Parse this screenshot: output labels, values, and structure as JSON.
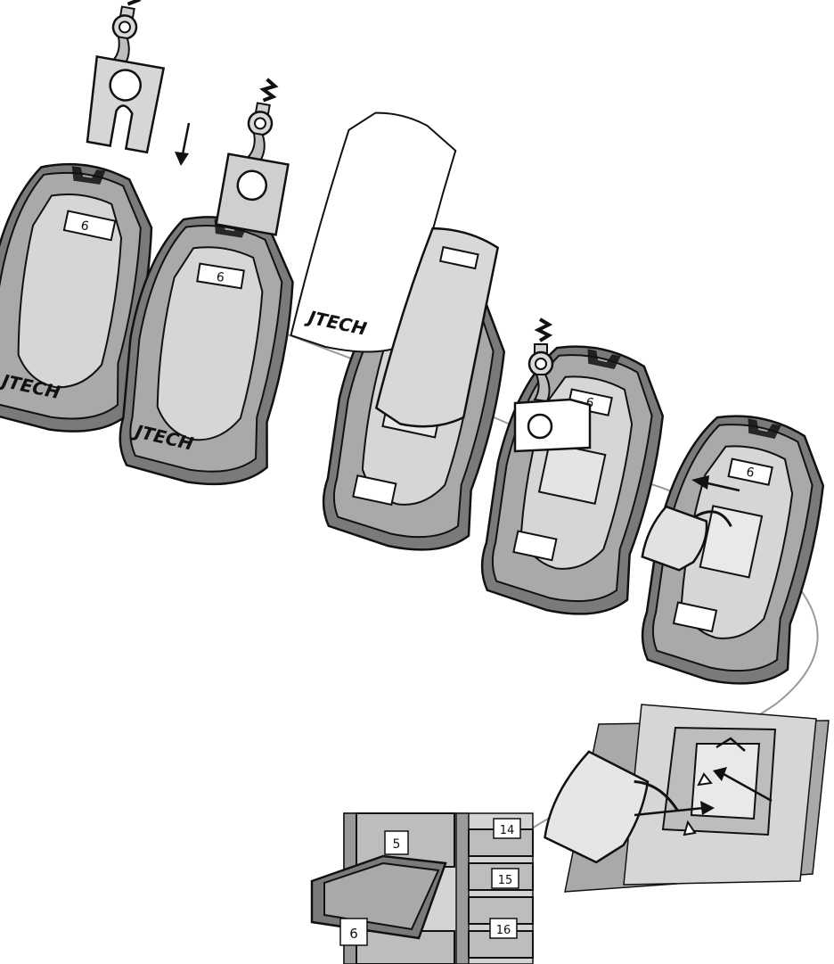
{
  "illustration": {
    "labels": {
      "pager_number": "6",
      "brand_logo": "JTECH",
      "shelf_numbers": [
        "5",
        "6",
        "14",
        "15",
        "16"
      ]
    },
    "colors": {
      "outline": "#111111",
      "body_dark": "#7a7a7a",
      "body_mid": "#a9a9a9",
      "body_light": "#d6d6d6",
      "face": "#e4e4e4",
      "connector_line": "#9a9a9a",
      "paper": "#ffffff"
    }
  }
}
